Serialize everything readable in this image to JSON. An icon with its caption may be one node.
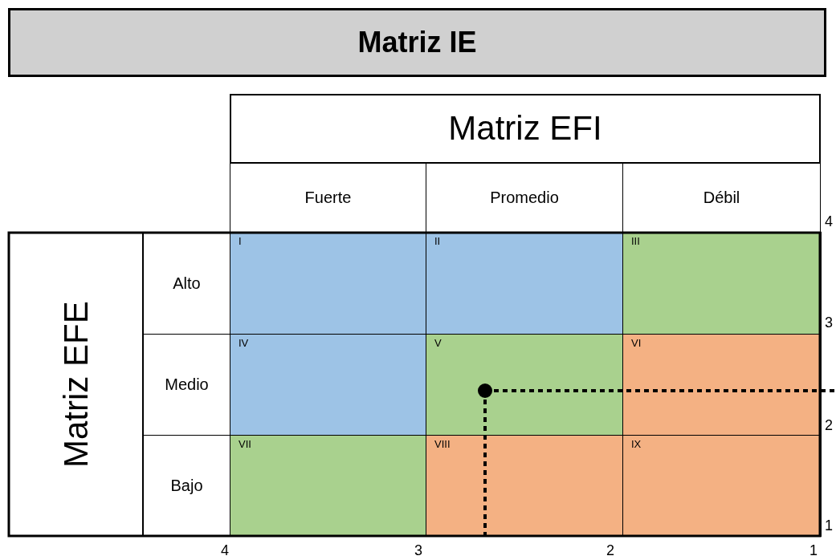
{
  "diagram": {
    "nodes": [
      {
        "text": [
          "Matriz IE"
        ]
      },
      {
        "text": [
          "Matriz EFI"
        ]
      },
      {
        "text": [
          "Fuerte"
        ]
      },
      {
        "text": [
          "Promedio"
        ]
      },
      {
        "text": [
          "Débil"
        ]
      },
      {
        "text": [
          "Matriz EFE"
        ]
      },
      {
        "text": [
          "Alto"
        ]
      },
      {
        "text": [
          "Medio"
        ]
      },
      {
        "text": [
          "Bajo"
        ]
      },
      {
        "text": [
          "I"
        ]
      },
      {
        "text": [
          "II"
        ]
      },
      {
        "text": [
          "III"
        ]
      },
      {
        "text": [
          "IV"
        ]
      },
      {
        "text": [
          "V"
        ]
      },
      {
        "text": [
          "VI"
        ]
      },
      {
        "text": [
          "VII"
        ]
      },
      {
        "text": [
          "VIII"
        ]
      },
      {
        "text": [
          "IX"
        ]
      }
    ],
    "labels": [
      "4",
      "3",
      "2",
      "1",
      "4",
      "3",
      "2",
      "1"
    ]
  }
}
